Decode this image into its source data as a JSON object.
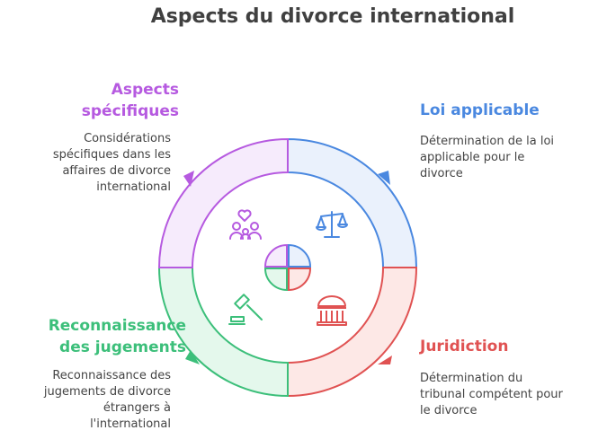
{
  "title": "Aspects du divorce international",
  "sections": {
    "loi": {
      "title": "Loi applicable",
      "description": "Détermination de la loi\napplicable pour le\ndivorce",
      "color": "#4a88e0",
      "fill": "#eaf1fc",
      "icon": "scales-icon"
    },
    "juridiction": {
      "title": "Juridiction",
      "description": "Détermination du\ntribunal compétent pour\nle divorce",
      "color": "#e05252",
      "fill": "#fde8e6",
      "icon": "courthouse-icon"
    },
    "reconnaissance": {
      "title": "Reconnaissance\ndes jugements",
      "description": "Reconnaissance des\njugements de divorce\nétrangers à\nl'international",
      "color": "#3cbf7a",
      "fill": "#e4f8ec",
      "icon": "gavel-icon"
    },
    "aspects": {
      "title": "Aspects\nspécifiques",
      "description": "Considérations\nspécifiques dans les\naffaires de divorce\ninternational",
      "color": "#b65ae0",
      "fill": "#f6ebfc",
      "icon": "family-heart-icon"
    }
  }
}
